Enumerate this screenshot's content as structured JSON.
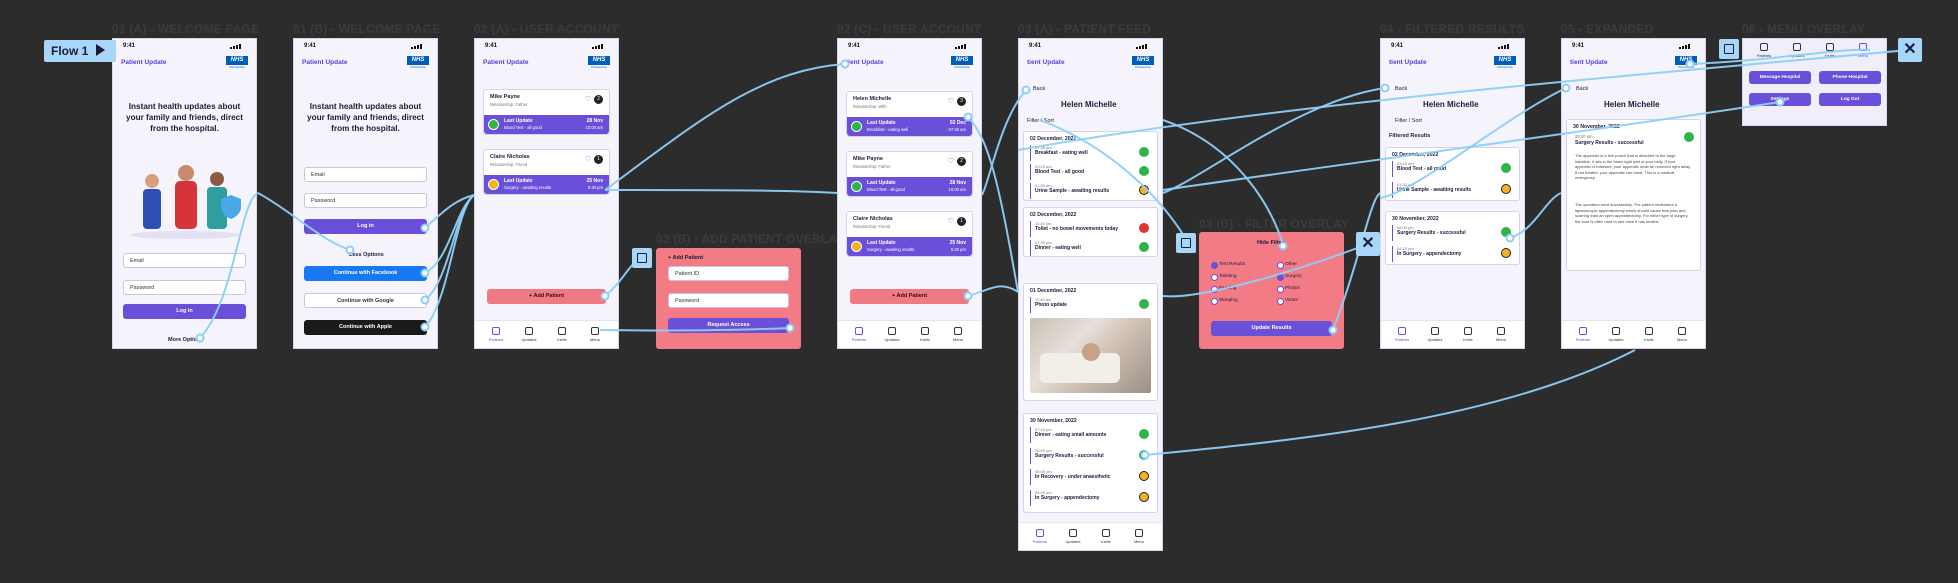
{
  "flow": {
    "label": "Flow 1"
  },
  "frames": {
    "f1": "01 (A) - WELCOME PAGE",
    "f2": "01 (B) - WELCOME PAGE",
    "f3": "02 (A) - USER ACCOUNT",
    "f4": "02 (B) - ADD PATIENT OVERLAY",
    "f5": "02 (C) - USER ACCOUNT",
    "f6": "03 (A) - PATIENT FEED",
    "f7": "03 (B) - FILTER OVERLAY",
    "f8": "04 - FILTERED RESULTS",
    "f9": "05 - EXPANDED",
    "f10": "06 - MENU OVERLAY"
  },
  "common": {
    "time": "9:41",
    "brand": "Patient Update",
    "brand_cut": "tient Update",
    "nhs": "NHS",
    "nhs_sub": "Partnership",
    "hero": "Instant health updates about your family and friends, direct from the hospital.",
    "email": "Email",
    "password": "Password",
    "login": "Log in",
    "more_options": "More Options",
    "less_options": "Less Options",
    "facebook": "Continue with Facebook",
    "google": "Continue with Google",
    "apple": "Continue with Apple",
    "add_patient": "+ Add Patient",
    "back": "Back",
    "filter": "Filter / Sort",
    "last_update": "Last Update"
  },
  "tabs": [
    "Patients",
    "Updates",
    "Invite",
    "Menu"
  ],
  "account_a": [
    {
      "name": "Mike Payne",
      "rel": "Relationship: Father",
      "count": "2",
      "desc": "Blood Test - all good",
      "date": "28 Nov",
      "time": "10:00 am",
      "status": "ok"
    },
    {
      "name": "Claire Nicholas",
      "rel": "Relationship: Friend",
      "count": "1",
      "desc": "Surgery - awaiting results",
      "date": "25 Nov",
      "time": "5:30 pm",
      "status": "warn"
    }
  ],
  "account_c": [
    {
      "name": "Helen Michelle",
      "rel": "Relationship: Wife",
      "count": "3",
      "desc": "Breakfast - eating well",
      "date": "02 Dec",
      "time": "07:45 am",
      "status": "ok"
    },
    {
      "name": "Mike Payne",
      "rel": "Relationship: Father",
      "count": "2",
      "desc": "Blood Test - all good",
      "date": "28 Nov",
      "time": "10:00 am",
      "status": "ok"
    },
    {
      "name": "Claire Nicholas",
      "rel": "Relationship: Friend",
      "count": "1",
      "desc": "Surgery - awaiting results",
      "date": "25 Nov",
      "time": "5:30 pm",
      "status": "warn"
    }
  ],
  "add_patient": {
    "title": "+ Add Patient",
    "patient_id": "Patient ID",
    "password": "Password",
    "request": "Request Access"
  },
  "feed": {
    "patient": "Helen Michelle",
    "days": [
      {
        "date": "02 December, 2022",
        "items": [
          {
            "time": "07:45 am",
            "desc": "Breakfast - eating well",
            "status": "ok"
          },
          {
            "time": "03:15 am",
            "desc": "Blood Test - all good",
            "status": "ok"
          },
          {
            "time": "01:30 am",
            "desc": "Urine Sample - awaiting results",
            "status": "warn"
          }
        ]
      },
      {
        "date": "02 December, 2022",
        "items": [
          {
            "time": "11:45 pm",
            "desc": "Toilet - no bowel movements today",
            "status": "bad"
          },
          {
            "time": "07:30 pm",
            "desc": "Dinner - eating well",
            "status": "ok"
          }
        ]
      },
      {
        "date": "01 December, 2022",
        "items": [
          {
            "time": "11:45 am",
            "desc": "Photo update",
            "status": "ok"
          }
        ]
      },
      {
        "date": "30 November, 2022",
        "items": [
          {
            "time": "07:15 pm",
            "desc": "Dinner - eating small amounts",
            "status": "ok"
          },
          {
            "time": "06:00 pm",
            "desc": "Surgery Results - successful",
            "status": "ok"
          },
          {
            "time": "05:05 pm",
            "desc": "In Recovery - under anaesthetic",
            "status": "warn"
          },
          {
            "time": "04:20 pm",
            "desc": "In Surgery - appendectomy",
            "status": "warn"
          }
        ]
      }
    ]
  },
  "filter": {
    "title": "Hide Filter",
    "options": [
      "Test Results",
      "Toileting",
      "Feeding",
      "Sleeping",
      "Surgery",
      "Photos",
      "Visitor",
      "Other"
    ],
    "apply": "Update Results"
  },
  "filtered": {
    "heading": "Filtered Results",
    "days": [
      {
        "date": "02 December, 2022",
        "items": [
          {
            "time": "03:15 am",
            "desc": "Blood Test - all good",
            "status": "ok"
          },
          {
            "time": "01:30 am",
            "desc": "Urine Sample - awaiting results",
            "status": "warn"
          }
        ]
      },
      {
        "date": "30 November, 2022",
        "items": [
          {
            "time": "06:00 pm",
            "desc": "Surgery Results - successful",
            "status": "ok"
          },
          {
            "time": "04:20 pm",
            "desc": "In Surgery - appendectomy",
            "status": "warn"
          }
        ]
      }
    ]
  },
  "expanded": {
    "date": "30 November, 2022",
    "time": "06:00 pm",
    "title": "Surgery Results - successful",
    "p1": "The appendix is a thin pouch that is attached to the large intestine. It sits in the lower right part of your belly. If your appendix is inflamed, your appendix must be removed right away. It not treated, your appendix can burst. This is a medical emergency.",
    "p2": "The operation went successfully. The patient underwent a laparoscopic appendectomy which should cause less pain and scarring than an open appendectomy. For either type of surgery, the scar is often hard to see once it has healed."
  },
  "menu": {
    "message": "Message Hospital",
    "phone": "Phone Hospital",
    "settings": "Settings",
    "logout": "Log Out"
  }
}
